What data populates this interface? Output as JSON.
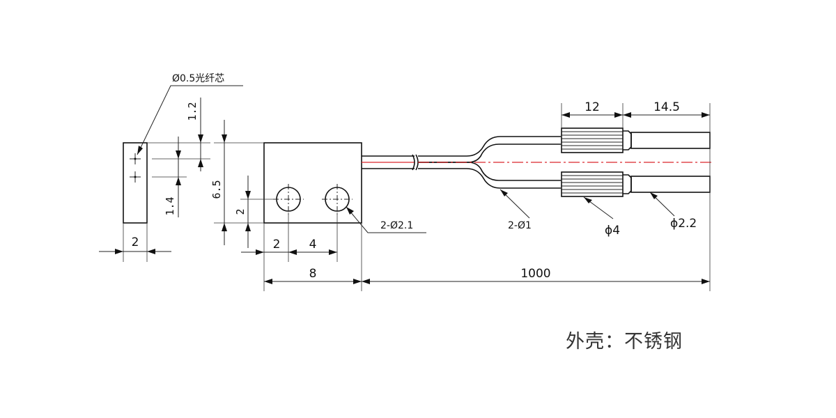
{
  "callouts": {
    "fiber_core": "Ø0.5光纤芯",
    "mount_holes": "2-Ø2.1",
    "fiber_dia": "2-Ø1",
    "sleeve_dia": "ϕ4",
    "cable_dia": "ϕ2.2"
  },
  "dimensions": {
    "side_width": "2",
    "fiber_offset_top": "1.2",
    "fiber_spacing": "1.4",
    "body_height": "6.5",
    "hole_offset_v": "2",
    "hole_offset_h": "2",
    "hole_spacing": "4",
    "body_width": "8",
    "cable_length": "1000",
    "sleeve_length": "12",
    "tip_length": "14.5"
  },
  "material_note": "外壳：不锈钢",
  "colors": {
    "line": "#111111",
    "centerline": "#d9262b",
    "text": "#333333"
  }
}
